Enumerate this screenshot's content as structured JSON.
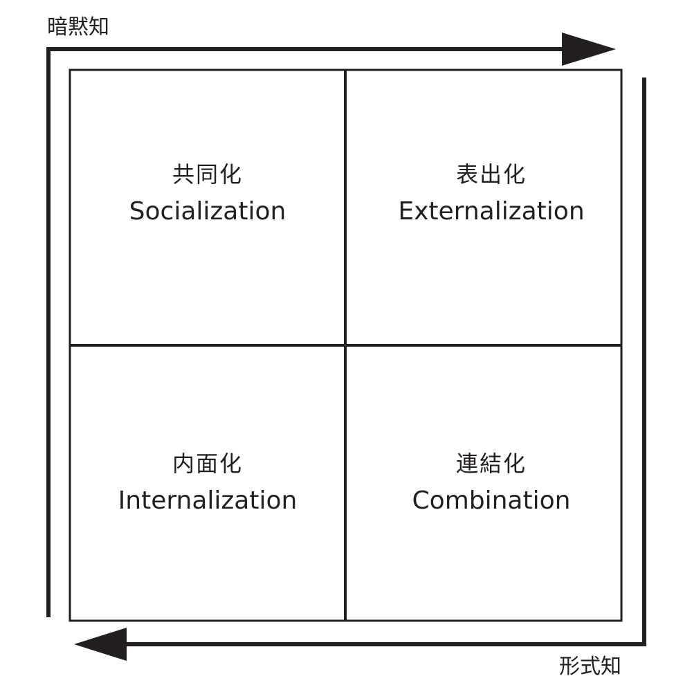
{
  "axes": {
    "tacit_label": "暗黙知",
    "explicit_label": "形式知"
  },
  "quadrants": {
    "top_left": {
      "jp": "共同化",
      "en": "Socialization"
    },
    "top_right": {
      "jp": "表出化",
      "en": "Externalization"
    },
    "bottom_left": {
      "jp": "内面化",
      "en": "Internalization"
    },
    "bottom_right": {
      "jp": "連結化",
      "en": "Combination"
    }
  },
  "colors": {
    "ink": "#231f20",
    "background": "#ffffff"
  }
}
